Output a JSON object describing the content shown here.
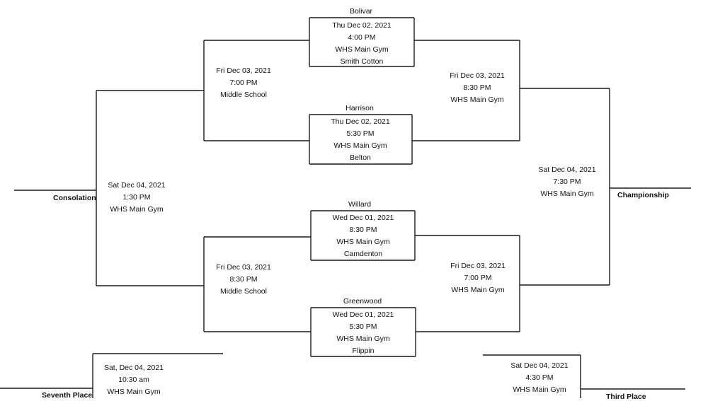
{
  "games": {
    "qf1": {
      "top": "Bolivar",
      "date": "Thu Dec 02, 2021",
      "time": "4:00 PM",
      "venue": "WHS Main Gym",
      "bottom": "Smith Cotton"
    },
    "qf2": {
      "top": "Harrison",
      "date": "Thu Dec 02, 2021",
      "time": "5:30 PM",
      "venue": "WHS Main Gym",
      "bottom": "Belton"
    },
    "qf3": {
      "top": "Willard",
      "date": "Wed Dec 01, 2021",
      "time": "8:30 PM",
      "venue": "WHS Main Gym",
      "bottom": "Camdenton"
    },
    "qf4": {
      "top": "Greenwood",
      "date": "Wed Dec 01, 2021",
      "time": "5:30 PM",
      "venue": "WHS Main Gym",
      "bottom": "Flippin"
    },
    "cons_semi_top": {
      "date": "Fri Dec 03, 2021",
      "time": "7:00 PM",
      "venue": "Middle School"
    },
    "cons_semi_bottom": {
      "date": "Fri Dec 03, 2021",
      "time": "8:30 PM",
      "venue": "Middle School"
    },
    "semi_top": {
      "date": "Fri Dec 03, 2021",
      "time": "8:30 PM",
      "venue": "WHS Main Gym"
    },
    "semi_bottom": {
      "date": "Fri Dec 03, 2021",
      "time": "7:00 PM",
      "venue": "WHS Main Gym"
    },
    "consolation": {
      "date": "Sat Dec 04, 2021",
      "time": "1:30 PM",
      "venue": "WHS Main Gym",
      "label": "Consolation"
    },
    "championship": {
      "date": "Sat Dec 04, 2021",
      "time": "7:30 PM",
      "venue": "WHS Main Gym",
      "label": "Championship"
    },
    "seventh": {
      "date": "Sat, Dec 04, 2021",
      "time": "10:30 am",
      "venue": "WHS Main Gym",
      "label": "Seventh Place"
    },
    "third": {
      "date": "Sat Dec 04, 2021",
      "time": "4:30 PM",
      "venue": "WHS Main Gym",
      "label": "Third Place"
    }
  }
}
